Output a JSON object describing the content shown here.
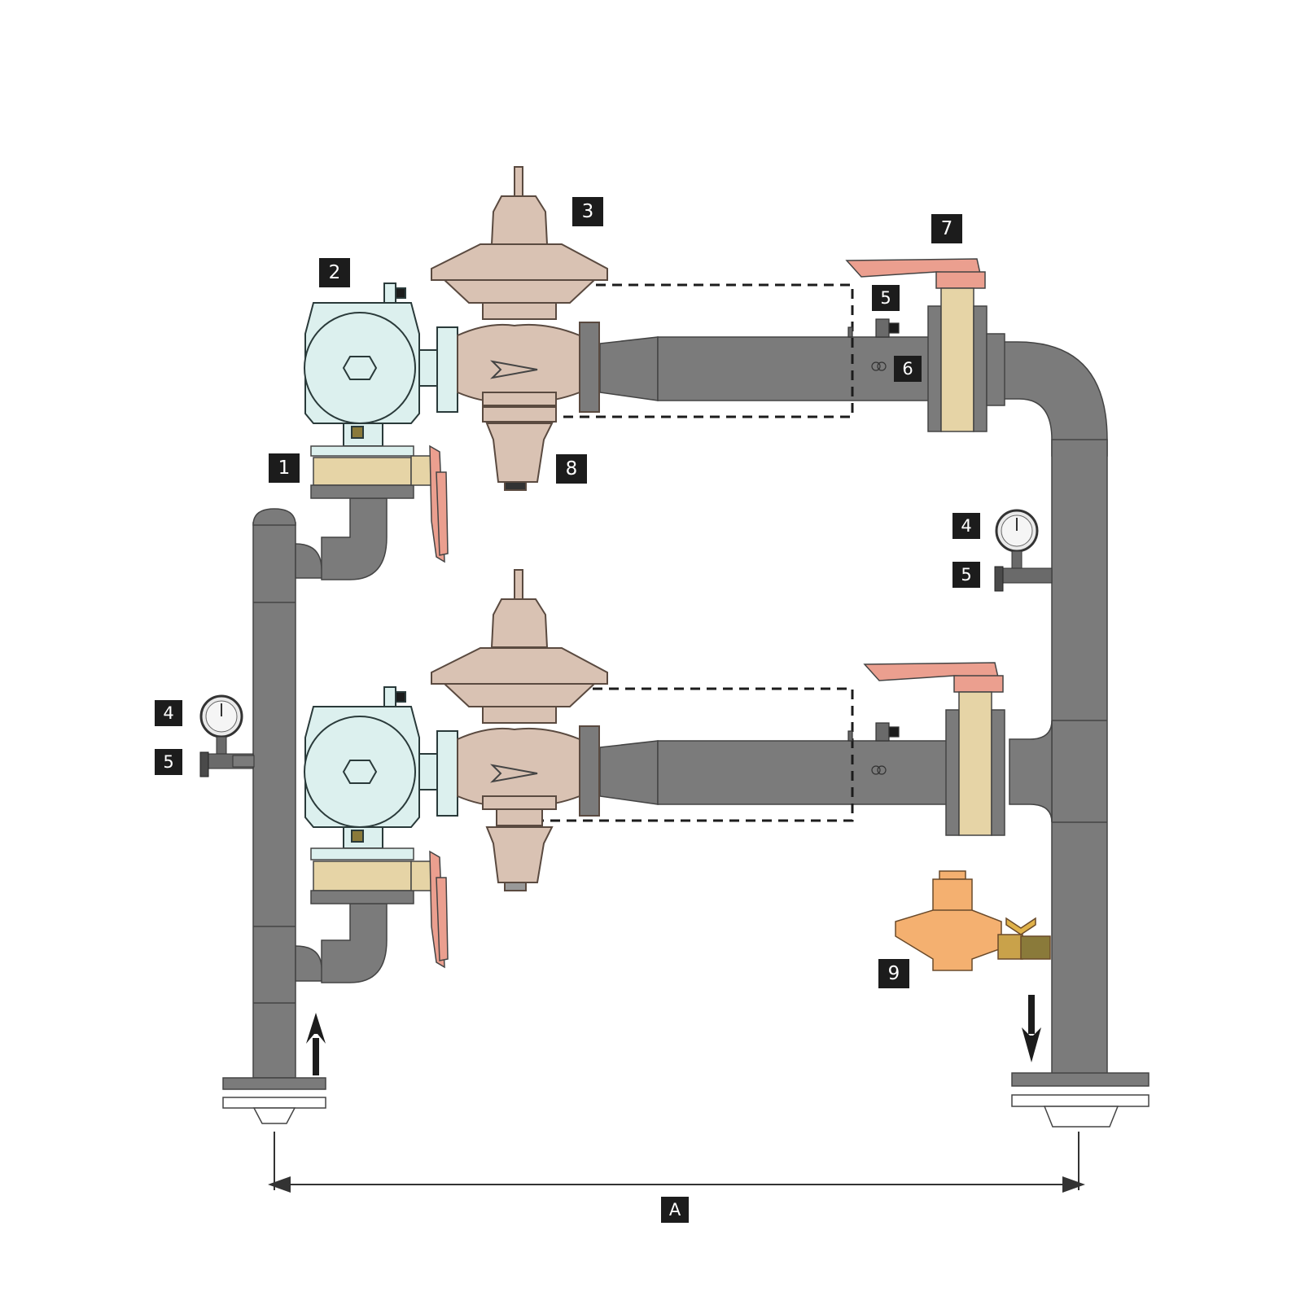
{
  "callouts": {
    "c1": "1",
    "c2": "2",
    "c3": "3",
    "c4": "4",
    "c5": "5",
    "c6": "6",
    "c7": "7",
    "c8": "8",
    "c9": "9",
    "dimension": "A"
  },
  "flow_direction": {
    "inlet": "up-arrow",
    "outlet": "down-arrow"
  },
  "colors": {
    "pipe": "#7b7b7b",
    "pipe_dark": "#4a4a4a",
    "regulator": "#d9c2b3",
    "filter_body": "#dcf0ee",
    "valve_body": "#e6d4a6",
    "handle": "#eb9f8f",
    "relief_valve": "#f4b070",
    "label_bg": "#1c1c1c"
  },
  "icons": [
    "pressure-gauge-icon",
    "flow-arrow-icon",
    "hex-nut-icon"
  ]
}
